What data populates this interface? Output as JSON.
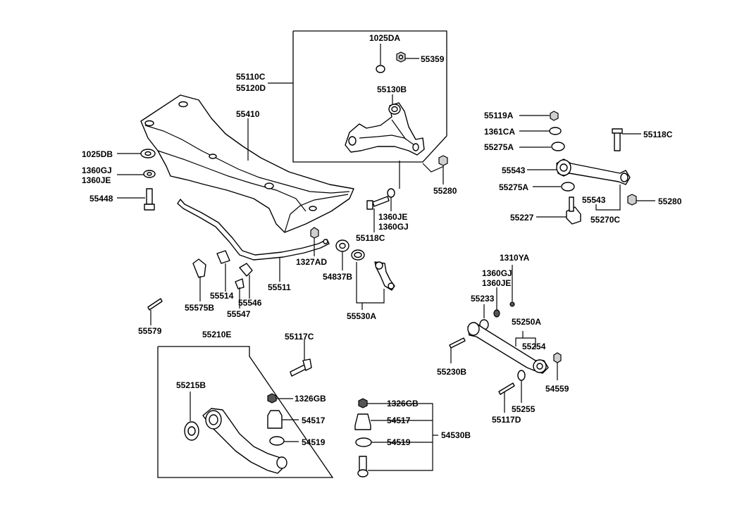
{
  "labels": {
    "l1025DA": "1025DA",
    "l55359": "55359",
    "l55110C": "55110C",
    "l55120D": "55120D",
    "l55130B": "55130B",
    "l55410": "55410",
    "l1025DB": "1025DB",
    "l1360GJ_a": "1360GJ",
    "l1360JE_a": "1360JE",
    "l55448": "55448",
    "l55280_a": "55280",
    "l1360JE_b": "1360JE",
    "l1360GJ_b": "1360GJ",
    "l55118C_a": "55118C",
    "l1327AD": "1327AD",
    "l55511": "55511",
    "l54837B": "54837B",
    "l55530A": "55530A",
    "l55514": "55514",
    "l55546": "55546",
    "l55547": "55547",
    "l55575B": "55575B",
    "l55579": "55579",
    "l55119A": "55119A",
    "l1361CA": "1361CA",
    "l55275A_a": "55275A",
    "l55118C_b": "55118C",
    "l55543_a": "55543",
    "l55275A_b": "55275A",
    "l55543_b": "55543",
    "l55280_b": "55280",
    "l55227": "55227",
    "l55270C": "55270C",
    "l1310YA": "1310YA",
    "l1360GJ_c": "1360GJ",
    "l1360JE_c": "1360JE",
    "l55233": "55233",
    "l55250A": "55250A",
    "l55254": "55254",
    "l55230B": "55230B",
    "l54559": "54559",
    "l55255": "55255",
    "l55117D": "55117D",
    "l55210E": "55210E",
    "l55117C": "55117C",
    "l55215B": "55215B",
    "l1326GB_a": "1326GB",
    "l54517_a": "54517",
    "l54519_a": "54519",
    "l1326GB_b": "1326GB",
    "l54517_b": "54517",
    "l54519_b": "54519",
    "l54530B": "54530B"
  }
}
